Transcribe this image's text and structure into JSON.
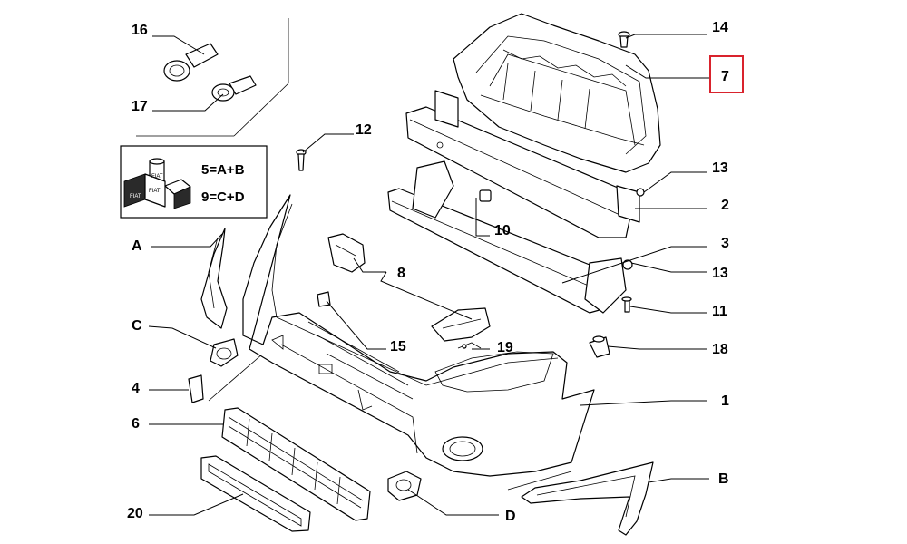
{
  "callouts": {
    "c16": "16",
    "c17": "17",
    "c12": "12",
    "c14": "14",
    "c7": "7",
    "c13a": "13",
    "c2": "2",
    "c10": "10",
    "c3": "3",
    "c8": "8",
    "c13b": "13",
    "c11": "11",
    "c15": "15",
    "c19": "19",
    "c18": "18",
    "c1": "1",
    "cA": "A",
    "cC": "C",
    "c4": "4",
    "c6": "6",
    "c20": "20",
    "cD": "D",
    "cB": "B"
  },
  "legend": {
    "line1": "5=A+B",
    "line2": "9=C+D",
    "box_labels": [
      "FIAT",
      "FIAT",
      "FIAT"
    ]
  },
  "highlight": {
    "target": "7",
    "color": "#d9232d"
  }
}
